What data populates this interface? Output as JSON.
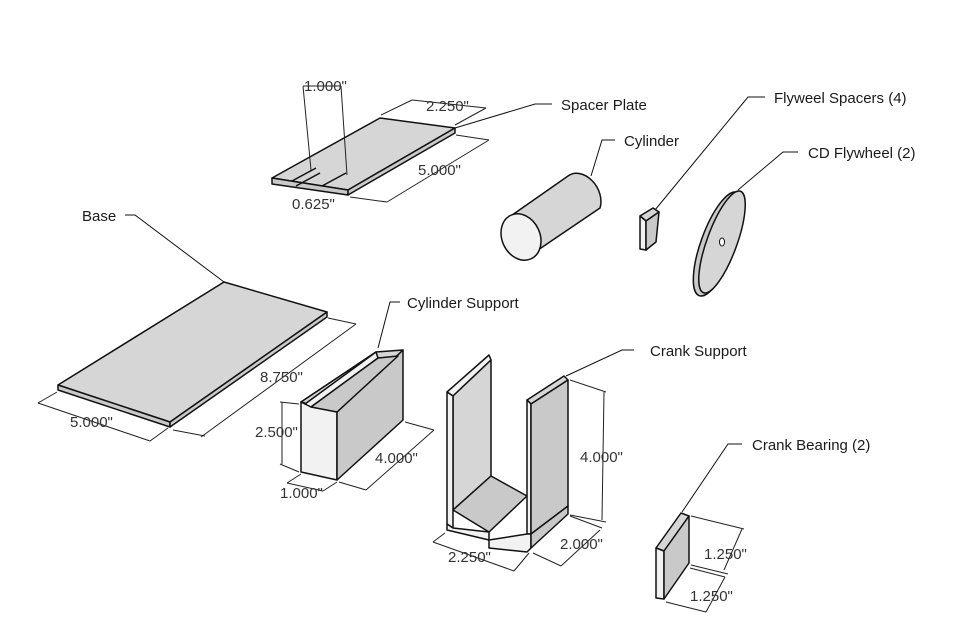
{
  "labels": {
    "spacer_plate": "Spacer Plate",
    "cylinder": "Cylinder",
    "flywheel_spacers": "Flyweel Spacers (4)",
    "cd_flywheel": "CD Flywheel (2)",
    "base": "Base",
    "cylinder_support": "Cylinder Support",
    "crank_support": "Crank Support",
    "crank_bearing": "Crank Bearing (2)"
  },
  "dimensions": {
    "spacer_slot": "1.000\"",
    "spacer_width": "2.250\"",
    "spacer_length": "5.000\"",
    "spacer_gap": "0.625\"",
    "base_length": "8.750\"",
    "base_width": "5.000\"",
    "cyl_support_height": "2.500\"",
    "cyl_support_length": "4.000\"",
    "cyl_support_width": "1.000\"",
    "crank_height": "4.000\"",
    "crank_width": "2.250\"",
    "crank_depth": "2.000\"",
    "bearing_height": "1.250\"",
    "bearing_width": "1.250\""
  },
  "colors": {
    "face_top": "#d6d6d6",
    "face_light": "#f2f2f2",
    "outline": "#111111"
  }
}
